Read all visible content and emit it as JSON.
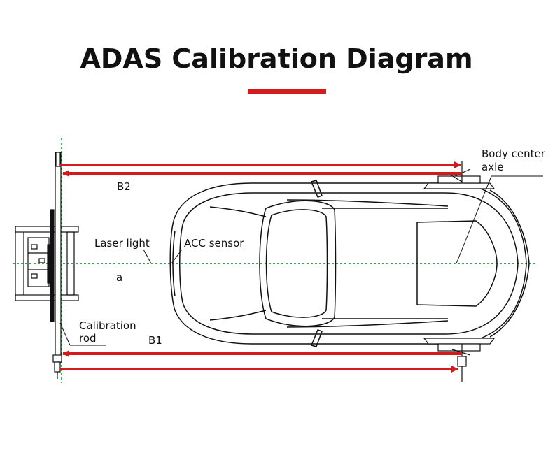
{
  "title": "ADAS Calibration Diagram",
  "colors": {
    "accent_red": "#d31a1c",
    "laser_green": "#1a9a3a",
    "line_black": "#111111"
  },
  "labels": {
    "laser_light": "Laser light",
    "acc_sensor": "ACC sensor",
    "a": "a",
    "b1": "B1",
    "b2": "B2",
    "body_center": "Body center",
    "axle": "axle",
    "calibration": "Calibration",
    "rod": "rod"
  }
}
